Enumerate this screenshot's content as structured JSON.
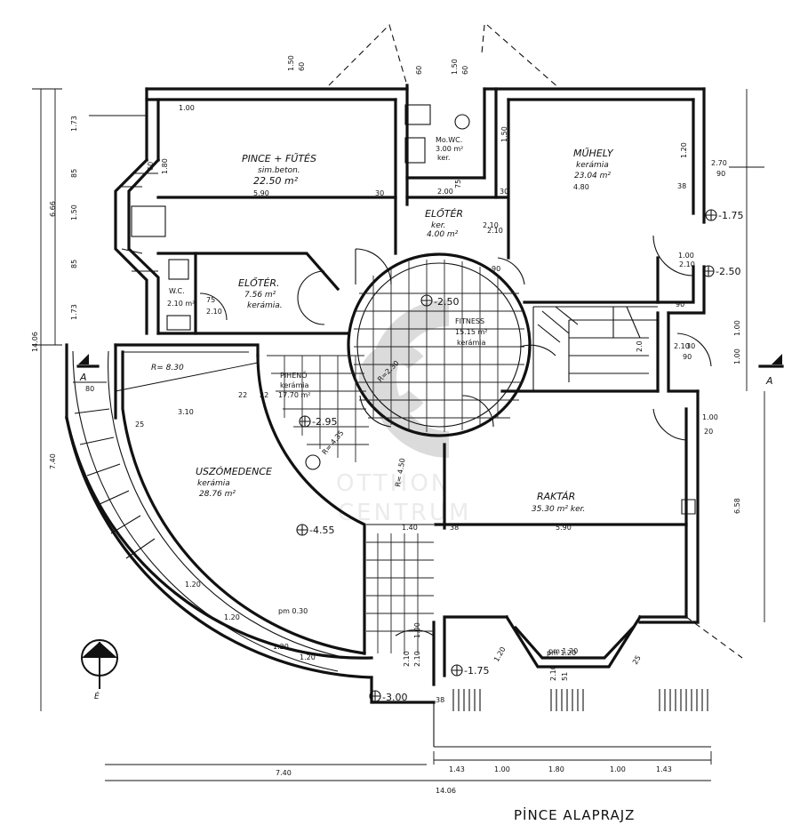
{
  "drawing": {
    "title": "PİNCE  ALAPRAJZ",
    "watermark": {
      "logo": "OC",
      "line1": "OTTHON",
      "line2": "CENTRUM"
    },
    "section_marks": {
      "left": "A",
      "right": "A"
    },
    "north_label": "É"
  },
  "rooms": [
    {
      "id": "pince",
      "name": "PINCE + FŰTÉS",
      "finish": "sim.beton.",
      "area": "22.50 m²"
    },
    {
      "id": "wc-top",
      "name": "Mo.WC.",
      "area": "3.00 m²",
      "finish": "ker."
    },
    {
      "id": "muhely",
      "name": "MŰHELY",
      "finish": "kerámia",
      "area": "23.04 m²"
    },
    {
      "id": "eloter-top",
      "name": "ELŐTÉR",
      "finish": "ker.",
      "area": "4.00 m²"
    },
    {
      "id": "eloter-left",
      "name": "ELŐTÉR.",
      "area": "7.56 m²",
      "finish": "kerámia."
    },
    {
      "id": "wc-left",
      "name": "W.C.",
      "area": "2.10 m²"
    },
    {
      "id": "fitness",
      "name": "FITNESS",
      "area": "15.15 m²",
      "finish": "kerámia"
    },
    {
      "id": "piheno",
      "name": "PIHENŐ",
      "finish": "kerámia",
      "area": "17.70 m²"
    },
    {
      "id": "uszomedence",
      "name": "USZÓMEDENCE",
      "finish": "kerámia",
      "area": "28.76 m²"
    },
    {
      "id": "raktar",
      "name": "RAKTÁR",
      "area": "35.30 m² ker."
    }
  ],
  "levels": [
    "-1.75",
    "-2.50",
    "-2.50",
    "-2.95",
    "-4.55",
    "-1.75",
    "-3.00"
  ],
  "radii": [
    "R= 8.30",
    "R= 4.50",
    "R=2.30",
    "R= 4.35"
  ],
  "dims_bottom": [
    "1.43",
    "1.00",
    "1.80",
    "1.00",
    "1.43"
  ],
  "dims_bottom_total": {
    "left": "7.40",
    "overall": "14.06"
  },
  "dims_left": [
    "1.73",
    "85",
    "1.50",
    "85",
    "1.73"
  ],
  "dims_left_total": {
    "upper": "6.66",
    "overall": "14.06",
    "lower": "7.40"
  },
  "dims_right": [
    "1.20",
    "2.70",
    "90",
    "1.00",
    "1.00",
    "6.58"
  ],
  "dims_inner": [
    "5.90",
    "30",
    "4.80",
    "38",
    "2.00",
    "75",
    "30",
    "1.50",
    "2.10",
    "3.10",
    "5.90",
    "38",
    "1.40",
    "38",
    "pm 1.20",
    "pm 0.30",
    "1.20",
    "1.20",
    "1.20",
    "1.20",
    "90",
    "2.10",
    "90",
    "2.10",
    "1.00",
    "2.0",
    "75",
    "2.10",
    "pm 1.20",
    "1.20",
    "25",
    "22",
    "22",
    "80",
    "1.50",
    "60",
    "1.50",
    "60",
    "1.80",
    "60",
    "60",
    "2.10",
    "20",
    "1.00",
    "2.10",
    "1.00",
    "30",
    "90",
    "2.10",
    "1.00",
    "2.10",
    "51",
    "25",
    "90"
  ]
}
